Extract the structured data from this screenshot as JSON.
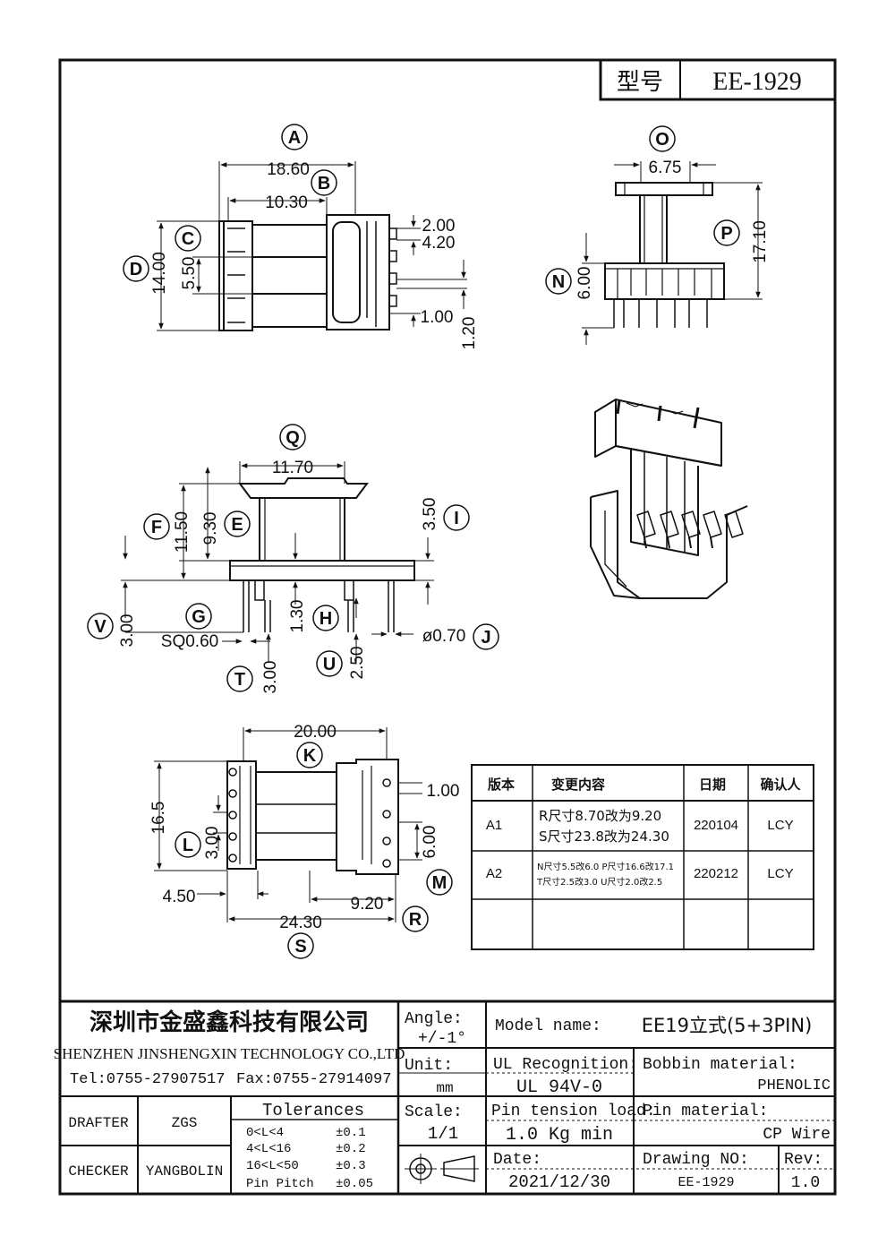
{
  "part_number": {
    "label": "型号",
    "value": "EE-1929"
  },
  "top_view": {
    "A": "A",
    "A_value": "18.60",
    "B": "B",
    "B_value": "10.30",
    "C": "C",
    "C_value": "5.50",
    "D": "D",
    "D_value": "14.00",
    "d_200": "2.00",
    "d_420": "4.20",
    "d_100": "1.00",
    "d_120": "1.20"
  },
  "side_view": {
    "O": "O",
    "O_value": "6.75",
    "P": "P",
    "P_value": "17.10",
    "N": "N",
    "N_value": "6.00"
  },
  "front_view": {
    "Q": "Q",
    "Q_value": "11.70",
    "F": "F",
    "F_value": "11.50",
    "E": "E",
    "E_value": "9.30",
    "I": "I",
    "I_value": "3.50",
    "V": "V",
    "V_value": "3.00",
    "G": "G",
    "G_value": "SQ0.60",
    "H": "H",
    "H_value": "1.30",
    "J": "J",
    "J_value": "ø0.70",
    "T": "T",
    "T_value": "3.00",
    "U": "U",
    "U_value": "2.50"
  },
  "bottom_view": {
    "K": "K",
    "K_value": "20.00",
    "L": "L",
    "L_value": "3.00",
    "h_165": "16.5",
    "M": "M",
    "M_value": "6.00",
    "d_100": "1.00",
    "R": "R",
    "R_value": "9.20",
    "S": "S",
    "S_value": "24.30",
    "d_450": "4.50"
  },
  "revision_table": {
    "headers": [
      "版本",
      "变更内容",
      "日期",
      "确认人"
    ],
    "rows": [
      {
        "ver": "A1",
        "content": [
          "R尺寸8.70改为9.20",
          "S尺寸23.8改为24.30"
        ],
        "date": "220104",
        "by": "LCY"
      },
      {
        "ver": "A2",
        "content": [
          "N尺寸5.5改6.0 P尺寸16.6改17.1",
          "T尺寸2.5改3.0 U尺寸2.0改2.5"
        ],
        "date": "220212",
        "by": "LCY"
      },
      {
        "ver": "",
        "content": [
          ""
        ],
        "date": "",
        "by": ""
      }
    ]
  },
  "title_block": {
    "company_cn": "深圳市金盛鑫科技有限公司",
    "company_en": "SHENZHEN JINSHENGXIN TECHNOLOGY CO.,LTD",
    "tel": "Tel:0755-27907517",
    "fax": "Fax:0755-27914097",
    "angle_label": "Angle:",
    "angle_value": "+/-1°",
    "model_label": "Model name:",
    "model_value": "EE19立式(5+3PIN)",
    "unit_label": "Unit:",
    "unit_value": "mm",
    "ul_label": "UL Recognition:",
    "ul_value": "UL 94V-0",
    "bobbin_label": "Bobbin material:",
    "bobbin_value": "PHENOLIC",
    "drafter_label": "DRAFTER",
    "drafter_value": "ZGS",
    "tolerances_label": "Tolerances",
    "tolerances": [
      {
        "range": "0<L<4",
        "value": "±0.1"
      },
      {
        "range": "4<L<16",
        "value": "±0.2"
      },
      {
        "range": "16<L<50",
        "value": "±0.3"
      },
      {
        "range": "Pin Pitch",
        "value": "±0.05"
      }
    ],
    "scale_label": "Scale:",
    "scale_value": "1/1",
    "tension_label": "Pin tension load:",
    "tension_value": "1.0 Kg min",
    "pin_material_label": "Pin material:",
    "pin_material_value": "CP Wire",
    "checker_label": "CHECKER",
    "checker_value": "YANGBOLIN",
    "date_label": "Date:",
    "date_value": "2021/12/30",
    "drawing_no_label": "Drawing NO:",
    "drawing_no_value": "EE-1929",
    "rev_label": "Rev:",
    "rev_value": "1.0"
  }
}
